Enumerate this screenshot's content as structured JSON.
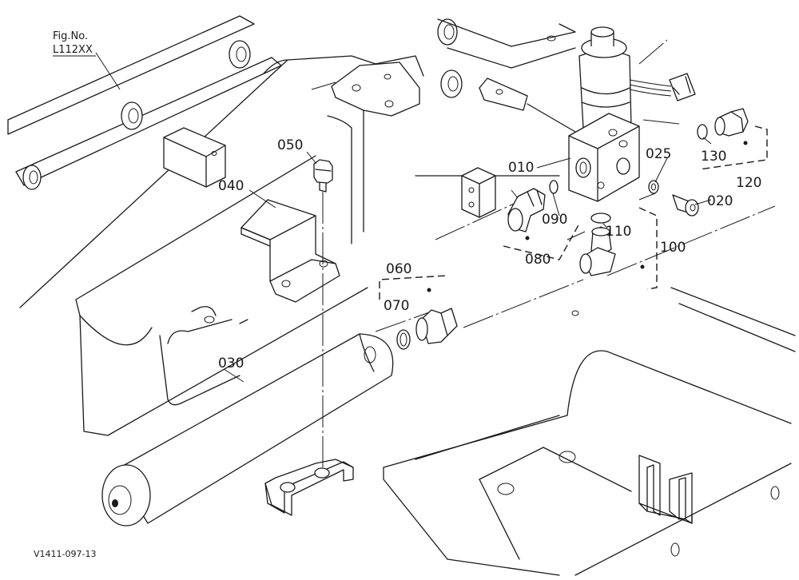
{
  "figure": {
    "ref_label": "Fig.No.",
    "ref_number": "L112XX",
    "drawing_code": "V1411-097-13"
  },
  "parts": {
    "p010": "010",
    "p020": "020",
    "p025": "025",
    "p030": "030",
    "p040": "040",
    "p050": "050",
    "p060": "060",
    "p070": "070",
    "p080": "080",
    "p090": "090",
    "p100": "100",
    "p110": "110",
    "p120": "120",
    "p130": "130"
  }
}
